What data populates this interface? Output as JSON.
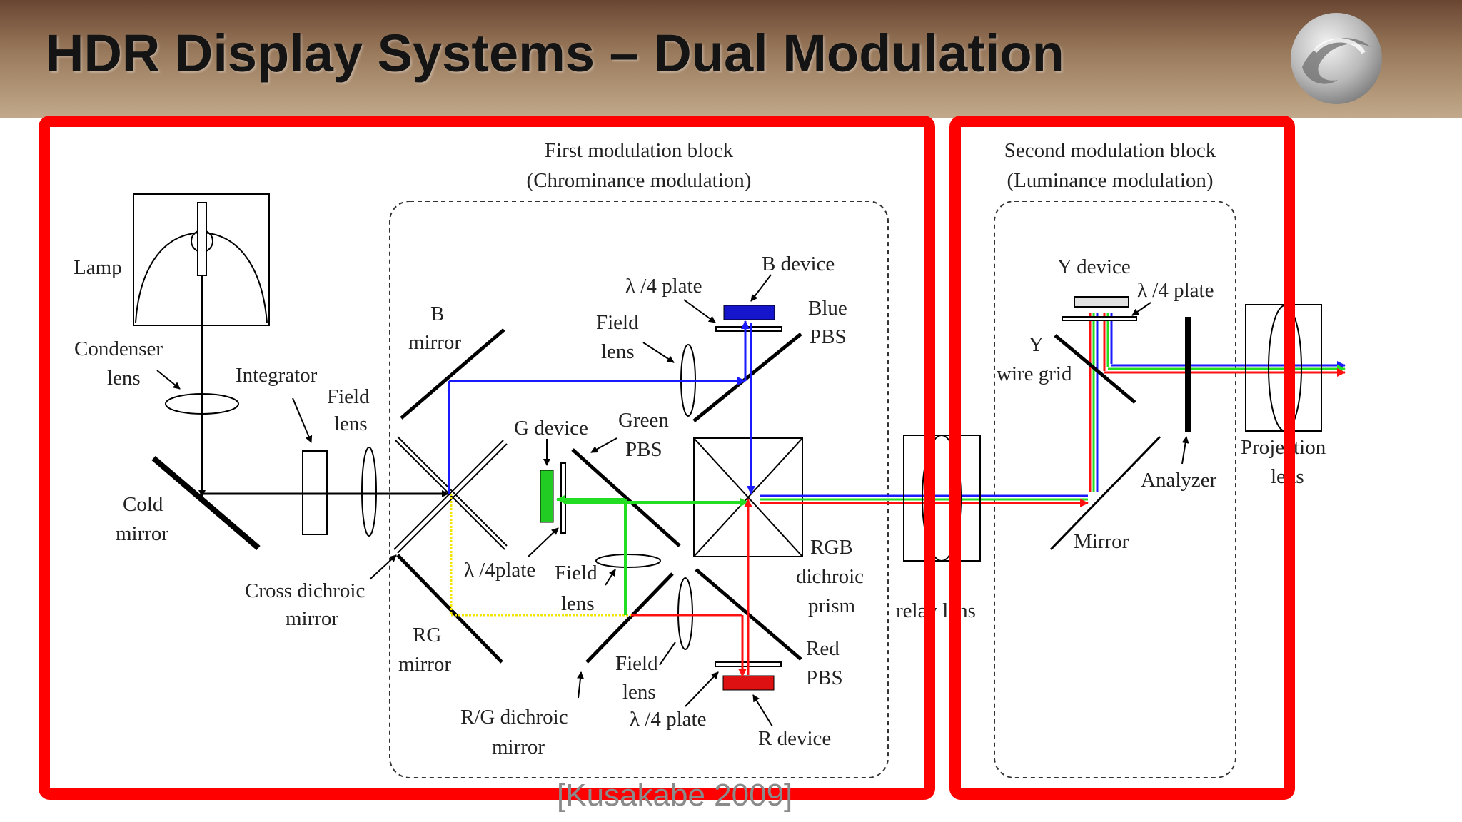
{
  "slide": {
    "title": "HDR Display Systems – Dual Modulation",
    "credit": "[Kusakabe 2009]"
  },
  "logo": {
    "icon": "swirl-logo-icon"
  },
  "highlight_color": "#ff0000",
  "ray_colors": {
    "blue": "#1a1aff",
    "green": "#22dd22",
    "red": "#ff1111",
    "yellow": "#f2e600",
    "black": "#000000"
  },
  "blocks": {
    "first": {
      "line1": "First modulation block",
      "line2": "(Chrominance modulation)"
    },
    "second": {
      "line1": "Second modulation block",
      "line2": "(Luminance modulation)"
    }
  },
  "labels": {
    "lamp": "Lamp",
    "condenser_1": "Condenser",
    "condenser_2": "lens",
    "integrator": "Integrator",
    "field_lens_1a": "Field",
    "field_lens_1b": "lens",
    "cold_mirror_1": "Cold",
    "cold_mirror_2": "mirror",
    "cross_dichroic_1": "Cross dichroic",
    "cross_dichroic_2": "mirror",
    "b_mirror_1": "B",
    "b_mirror_2": "mirror",
    "rg_mirror_1": "RG",
    "rg_mirror_2": "mirror",
    "rg_dichroic_1": "R/G dichroic",
    "rg_dichroic_2": "mirror",
    "b_device": "B device",
    "qplate_b": "λ /4 plate",
    "field_lens_b1": "Field",
    "field_lens_b2": "lens",
    "blue_pbs_1": "Blue",
    "blue_pbs_2": "PBS",
    "g_device": "G device",
    "green_pbs_1": "Green",
    "green_pbs_2": "PBS",
    "qplate_g": "λ /4plate",
    "field_lens_g1": "Field",
    "field_lens_g2": "lens",
    "rgb_prism_1": "RGB",
    "rgb_prism_2": "dichroic",
    "rgb_prism_3": "prism",
    "red_pbs_1": "Red",
    "red_pbs_2": "PBS",
    "field_lens_r1": "Field",
    "field_lens_r2": "lens",
    "qplate_r": "λ /4 plate",
    "r_device": "R device",
    "relay_lens": "relay lens",
    "y_device": "Y device",
    "qplate_y": "λ /4 plate",
    "y_wire_1": "Y",
    "y_wire_2": "wire grid",
    "analyzer": "Analyzer",
    "mirror": "Mirror",
    "projection_1": "Projection",
    "projection_2": "lens"
  }
}
